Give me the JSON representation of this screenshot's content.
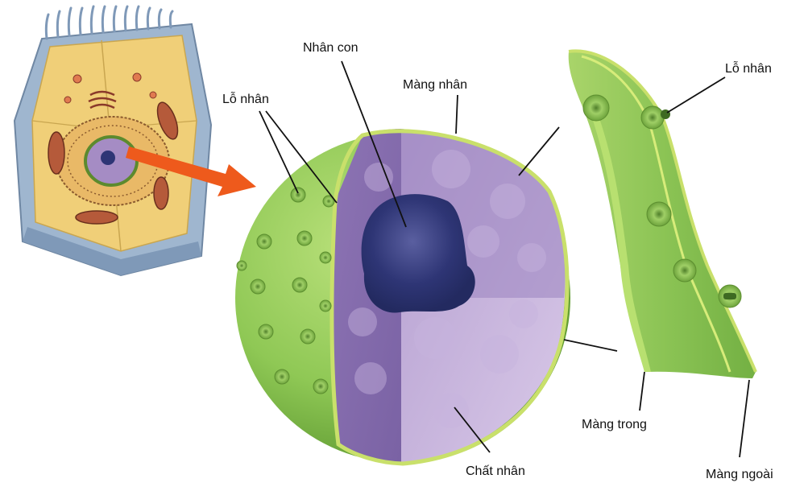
{
  "labels": {
    "nucleolus": "Nhân con",
    "nuclear_envelope": "Màng nhân",
    "nuclear_pore_left": "Lỗ nhân",
    "nuclear_pore_right": "Lỗ nhân",
    "inner_membrane": "Màng trong",
    "outer_membrane": "Màng ngoài",
    "nucleoplasm": "Chất nhân"
  },
  "colors": {
    "cell_body": "#f0cf78",
    "cell_base": "#9fb6cf",
    "nucleus_green": "#8fc855",
    "nucleus_purple": "#a58cc4",
    "nucleolus": "#2e3575",
    "arrow": "#ee5a1c",
    "membrane_edge": "#c9e06b"
  }
}
